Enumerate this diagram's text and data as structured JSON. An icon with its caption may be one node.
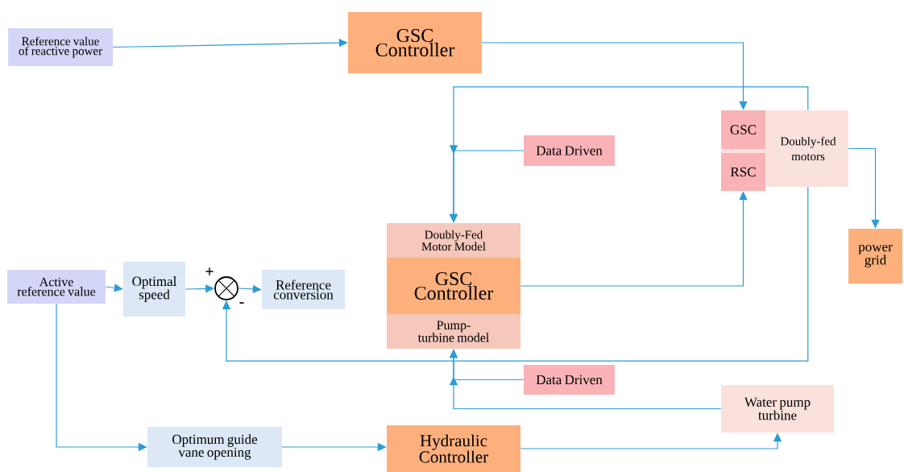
{
  "diagram": {
    "nodes": [
      {
        "text": [
          "Reference value of reactive power"
        ]
      },
      {
        "text": [
          "GSC Controller"
        ]
      },
      {
        "text": [
          "Doubly-fed motors"
        ]
      },
      {
        "text": [
          "GSC"
        ],
        "in": 2
      },
      {
        "text": [
          "RSC"
        ],
        "in": 2
      },
      {
        "text": [
          "Data Driven"
        ]
      },
      {
        "text": [
          "Doubly-Fed Motor Model"
        ]
      },
      {
        "text": [
          "GSC Controller"
        ]
      },
      {
        "text": [
          "Pump-turbine model"
        ]
      },
      {
        "text": [
          "power grid"
        ]
      },
      {
        "text": [
          "Active reference value"
        ]
      },
      {
        "text": [
          "Optimal speed"
        ]
      },
      {
        "text": [],
        "shape": "circle"
      },
      {
        "text": [
          "Reference conversion"
        ]
      },
      {
        "text": [
          "Data Driven"
        ]
      },
      {
        "text": [
          "Water pump turbine"
        ]
      },
      {
        "text": [
          "Optimum guide vane opening"
        ]
      },
      {
        "text": [
          "Hydraulic Controller"
        ]
      }
    ],
    "edges": [
      {
        "from": 0,
        "to": 1,
        "arrow": "to"
      },
      {
        "from": 1,
        "to": 3,
        "arrow": "to"
      },
      {
        "from": 2,
        "to": 6,
        "arrow": "to"
      },
      {
        "from": 5,
        "to": 6,
        "arrow": "to"
      },
      {
        "from": 7,
        "to": 4,
        "arrow": "to"
      },
      {
        "from": 2,
        "to": 12,
        "arrow": "to"
      },
      {
        "from": 2,
        "to": 9,
        "arrow": "to"
      },
      {
        "from": 10,
        "to": 11,
        "arrow": "to"
      },
      {
        "from": 11,
        "to": 12,
        "arrow": "to"
      },
      {
        "from": 12,
        "to": 13,
        "arrow": "to"
      },
      {
        "from": 14,
        "to": 8,
        "arrow": "to"
      },
      {
        "from": 15,
        "to": 8,
        "arrow": "to"
      },
      {
        "from": 10,
        "to": 16,
        "arrow": "to"
      },
      {
        "from": 16,
        "to": 17,
        "arrow": "to"
      },
      {
        "from": 17,
        "to": 15,
        "arrow": "to"
      }
    ],
    "labels": [
      "+",
      "-"
    ]
  }
}
